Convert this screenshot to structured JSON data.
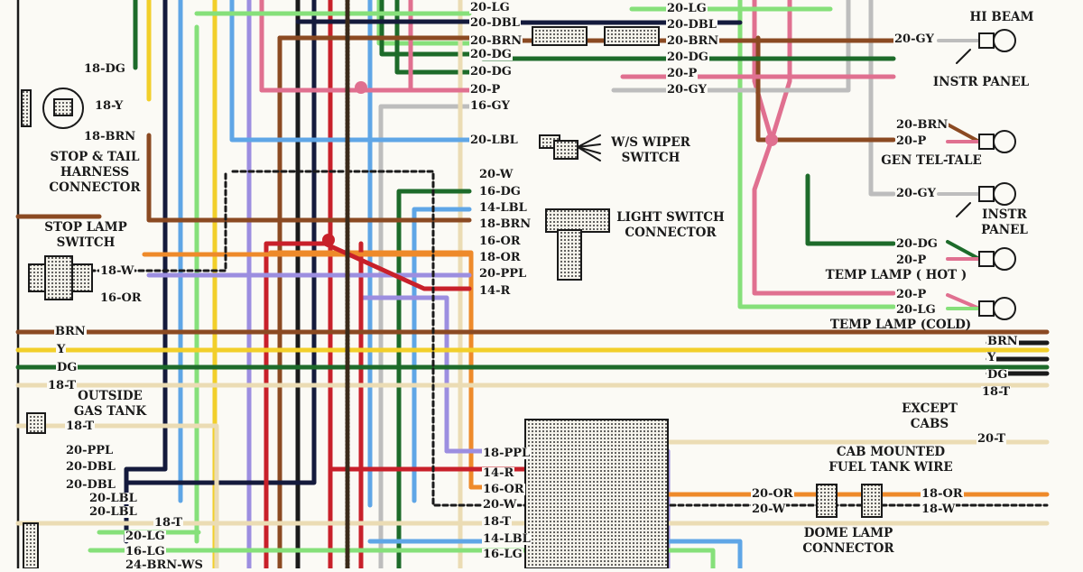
{
  "diagram": {
    "title": "Wiring Diagram - Instrument Panel / Light Switch Harness",
    "colors": {
      "BRN": "#8b4a22",
      "Y": "#f2cf2a",
      "DG": "#1d6b2a",
      "LG": "#86e07a",
      "DBL": "#141a3c",
      "LBL": "#5fa6e6",
      "P": "#e07090",
      "GY": "#bdbdbd",
      "OR": "#ee8a2a",
      "R": "#c8202a",
      "PPL": "#9c8ee0",
      "T": "#ebdcb4",
      "W": "#1a1a1a",
      "BLK": "#1a1a1a"
    },
    "components": [
      {
        "id": "stop-tail-harness",
        "caption": "STOP & TAIL\nHARNESS\nCONNECTOR"
      },
      {
        "id": "stop-lamp-switch",
        "caption": "STOP LAMP\nSWITCH"
      },
      {
        "id": "outside-gas-tank",
        "caption": "OUTSIDE\nGAS TANK"
      },
      {
        "id": "ws-wiper-switch",
        "caption": "W/S WIPER\nSWITCH"
      },
      {
        "id": "light-switch-connector",
        "caption": "LIGHT SWITCH\nCONNECTOR"
      },
      {
        "id": "hi-beam",
        "caption": "HI BEAM"
      },
      {
        "id": "instr-panel-1",
        "caption": "INSTR PANEL"
      },
      {
        "id": "gen-tel-tale",
        "caption": "GEN TEL-TALE"
      },
      {
        "id": "instr-panel-2",
        "caption": "INSTR\nPANEL"
      },
      {
        "id": "temp-lamp-hot",
        "caption": "TEMP LAMP ( HOT )"
      },
      {
        "id": "temp-lamp-cold",
        "caption": "TEMP LAMP (COLD)"
      },
      {
        "id": "except-cabs",
        "caption": "EXCEPT\nCABS"
      },
      {
        "id": "cab-mounted-fuel",
        "caption": "CAB MOUNTED\nFUEL TANK WIRE"
      },
      {
        "id": "dome-lamp-connector",
        "caption": "DOME LAMP\nCONNECTOR"
      }
    ],
    "wire_labels": [
      {
        "text": "18-DG",
        "color": "DG"
      },
      {
        "text": "18-Y",
        "color": "Y"
      },
      {
        "text": "18-BRN",
        "color": "BRN"
      },
      {
        "text": "18-W",
        "color": "W"
      },
      {
        "text": "16-OR",
        "color": "OR"
      },
      {
        "text": "BRN",
        "color": "BRN"
      },
      {
        "text": "Y",
        "color": "Y"
      },
      {
        "text": "DG",
        "color": "DG"
      },
      {
        "text": "18-T",
        "color": "T"
      },
      {
        "text": "18-T",
        "color": "T"
      },
      {
        "text": "20-PPL",
        "color": "PPL"
      },
      {
        "text": "20-DBL",
        "color": "DBL"
      },
      {
        "text": "20-DBL",
        "color": "DBL"
      },
      {
        "text": "20-LBL",
        "color": "LBL"
      },
      {
        "text": "20-LBL",
        "color": "LBL"
      },
      {
        "text": "18-T",
        "color": "T"
      },
      {
        "text": "20-LG",
        "color": "LG"
      },
      {
        "text": "16-LG",
        "color": "LG"
      },
      {
        "text": "24-BRN-WS",
        "color": "BRN"
      },
      {
        "text": "20-LG",
        "color": "LG"
      },
      {
        "text": "20-DBL",
        "color": "DBL"
      },
      {
        "text": "20-BRN",
        "color": "BRN"
      },
      {
        "text": "20-DG",
        "color": "DG"
      },
      {
        "text": "20-DG",
        "color": "DG"
      },
      {
        "text": "20-P",
        "color": "P"
      },
      {
        "text": "16-GY",
        "color": "GY"
      },
      {
        "text": "20-LBL",
        "color": "LBL"
      },
      {
        "text": "20-W",
        "color": "W"
      },
      {
        "text": "16-DG",
        "color": "DG"
      },
      {
        "text": "14-LBL",
        "color": "LBL"
      },
      {
        "text": "18-BRN",
        "color": "BRN"
      },
      {
        "text": "16-OR",
        "color": "OR"
      },
      {
        "text": "18-OR",
        "color": "OR"
      },
      {
        "text": "20-PPL",
        "color": "PPL"
      },
      {
        "text": "14-R",
        "color": "R"
      },
      {
        "text": "20-LG",
        "color": "LG"
      },
      {
        "text": "20-DBL",
        "color": "DBL"
      },
      {
        "text": "20-BRN",
        "color": "BRN"
      },
      {
        "text": "20-DG",
        "color": "DG"
      },
      {
        "text": "20-P",
        "color": "P"
      },
      {
        "text": "20-GY",
        "color": "GY"
      },
      {
        "text": "20-GY",
        "color": "GY"
      },
      {
        "text": "20-BRN",
        "color": "BRN"
      },
      {
        "text": "20-P",
        "color": "P"
      },
      {
        "text": "20-GY",
        "color": "GY"
      },
      {
        "text": "20-DG",
        "color": "DG"
      },
      {
        "text": "20-P",
        "color": "P"
      },
      {
        "text": "20-P",
        "color": "P"
      },
      {
        "text": "20-LG",
        "color": "LG"
      },
      {
        "text": "BRN",
        "color": "BRN"
      },
      {
        "text": "Y",
        "color": "Y"
      },
      {
        "text": "DG",
        "color": "DG"
      },
      {
        "text": "18-T",
        "color": "T"
      },
      {
        "text": "20-T",
        "color": "T"
      },
      {
        "text": "18-PPL",
        "color": "PPL"
      },
      {
        "text": "14-R",
        "color": "R"
      },
      {
        "text": "16-OR",
        "color": "OR"
      },
      {
        "text": "20-W",
        "color": "W"
      },
      {
        "text": "18-T",
        "color": "T"
      },
      {
        "text": "14-LBL",
        "color": "LBL"
      },
      {
        "text": "16-LG",
        "color": "LG"
      },
      {
        "text": "20-OR",
        "color": "OR"
      },
      {
        "text": "20-W",
        "color": "W"
      },
      {
        "text": "18-OR",
        "color": "OR"
      },
      {
        "text": "18-W",
        "color": "W"
      }
    ]
  }
}
